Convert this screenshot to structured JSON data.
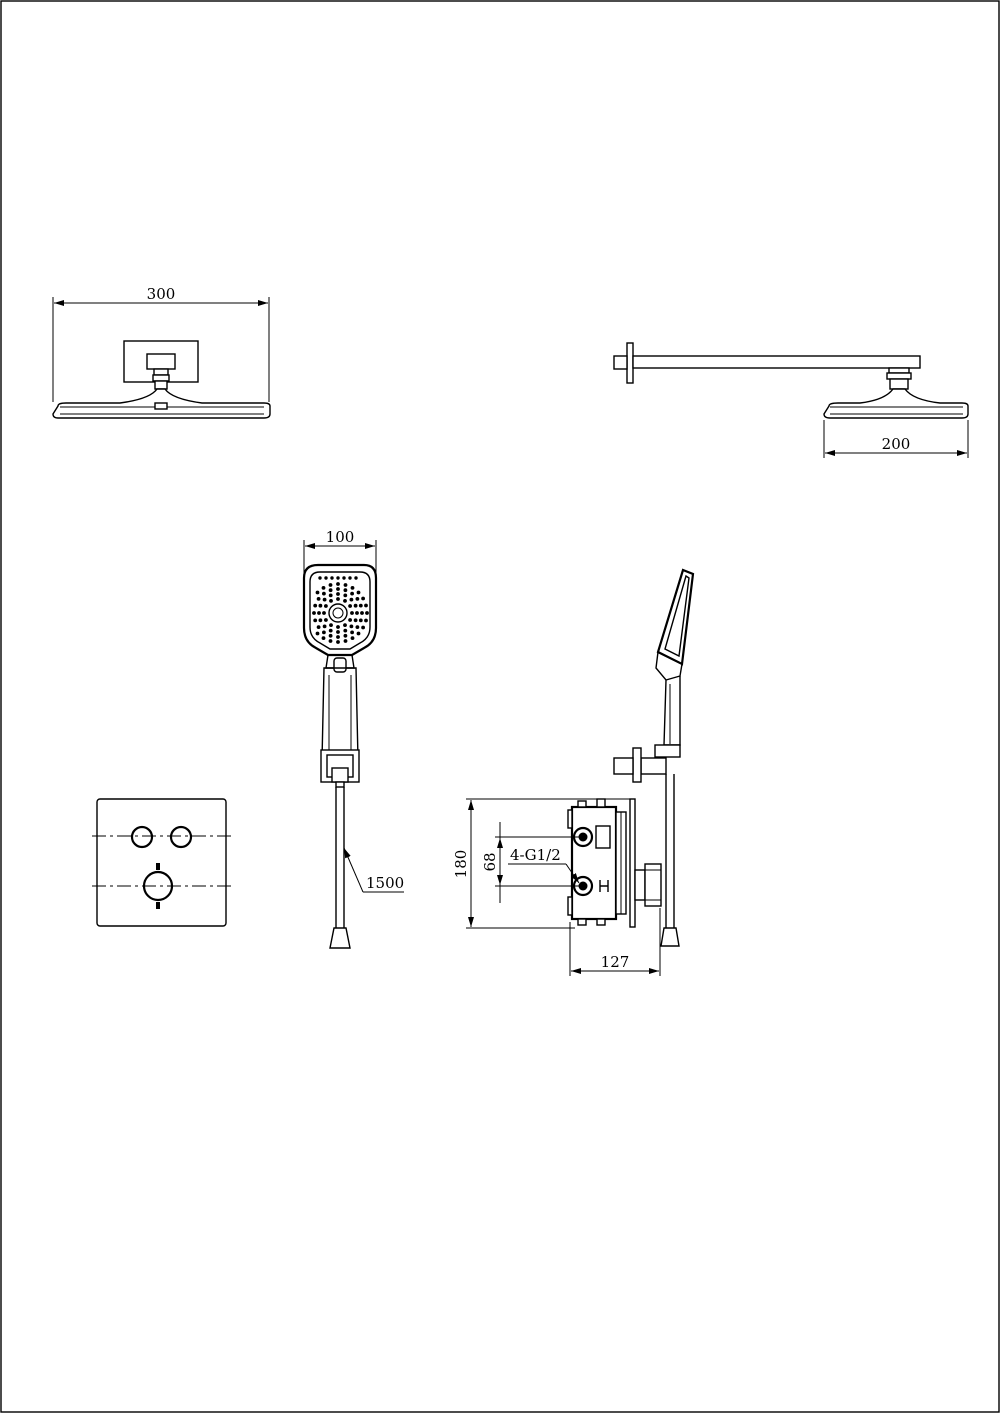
{
  "dimensions": {
    "head_front_width": "300",
    "head_side_depth": "200",
    "handshower_width": "100",
    "hose_length": "1500",
    "valve_height": "180",
    "inlet_spacing": "68",
    "inlet_thread": "4-G1/2",
    "valve_depth": "127"
  },
  "colors": {
    "line": "#000000",
    "background": "#ffffff"
  }
}
